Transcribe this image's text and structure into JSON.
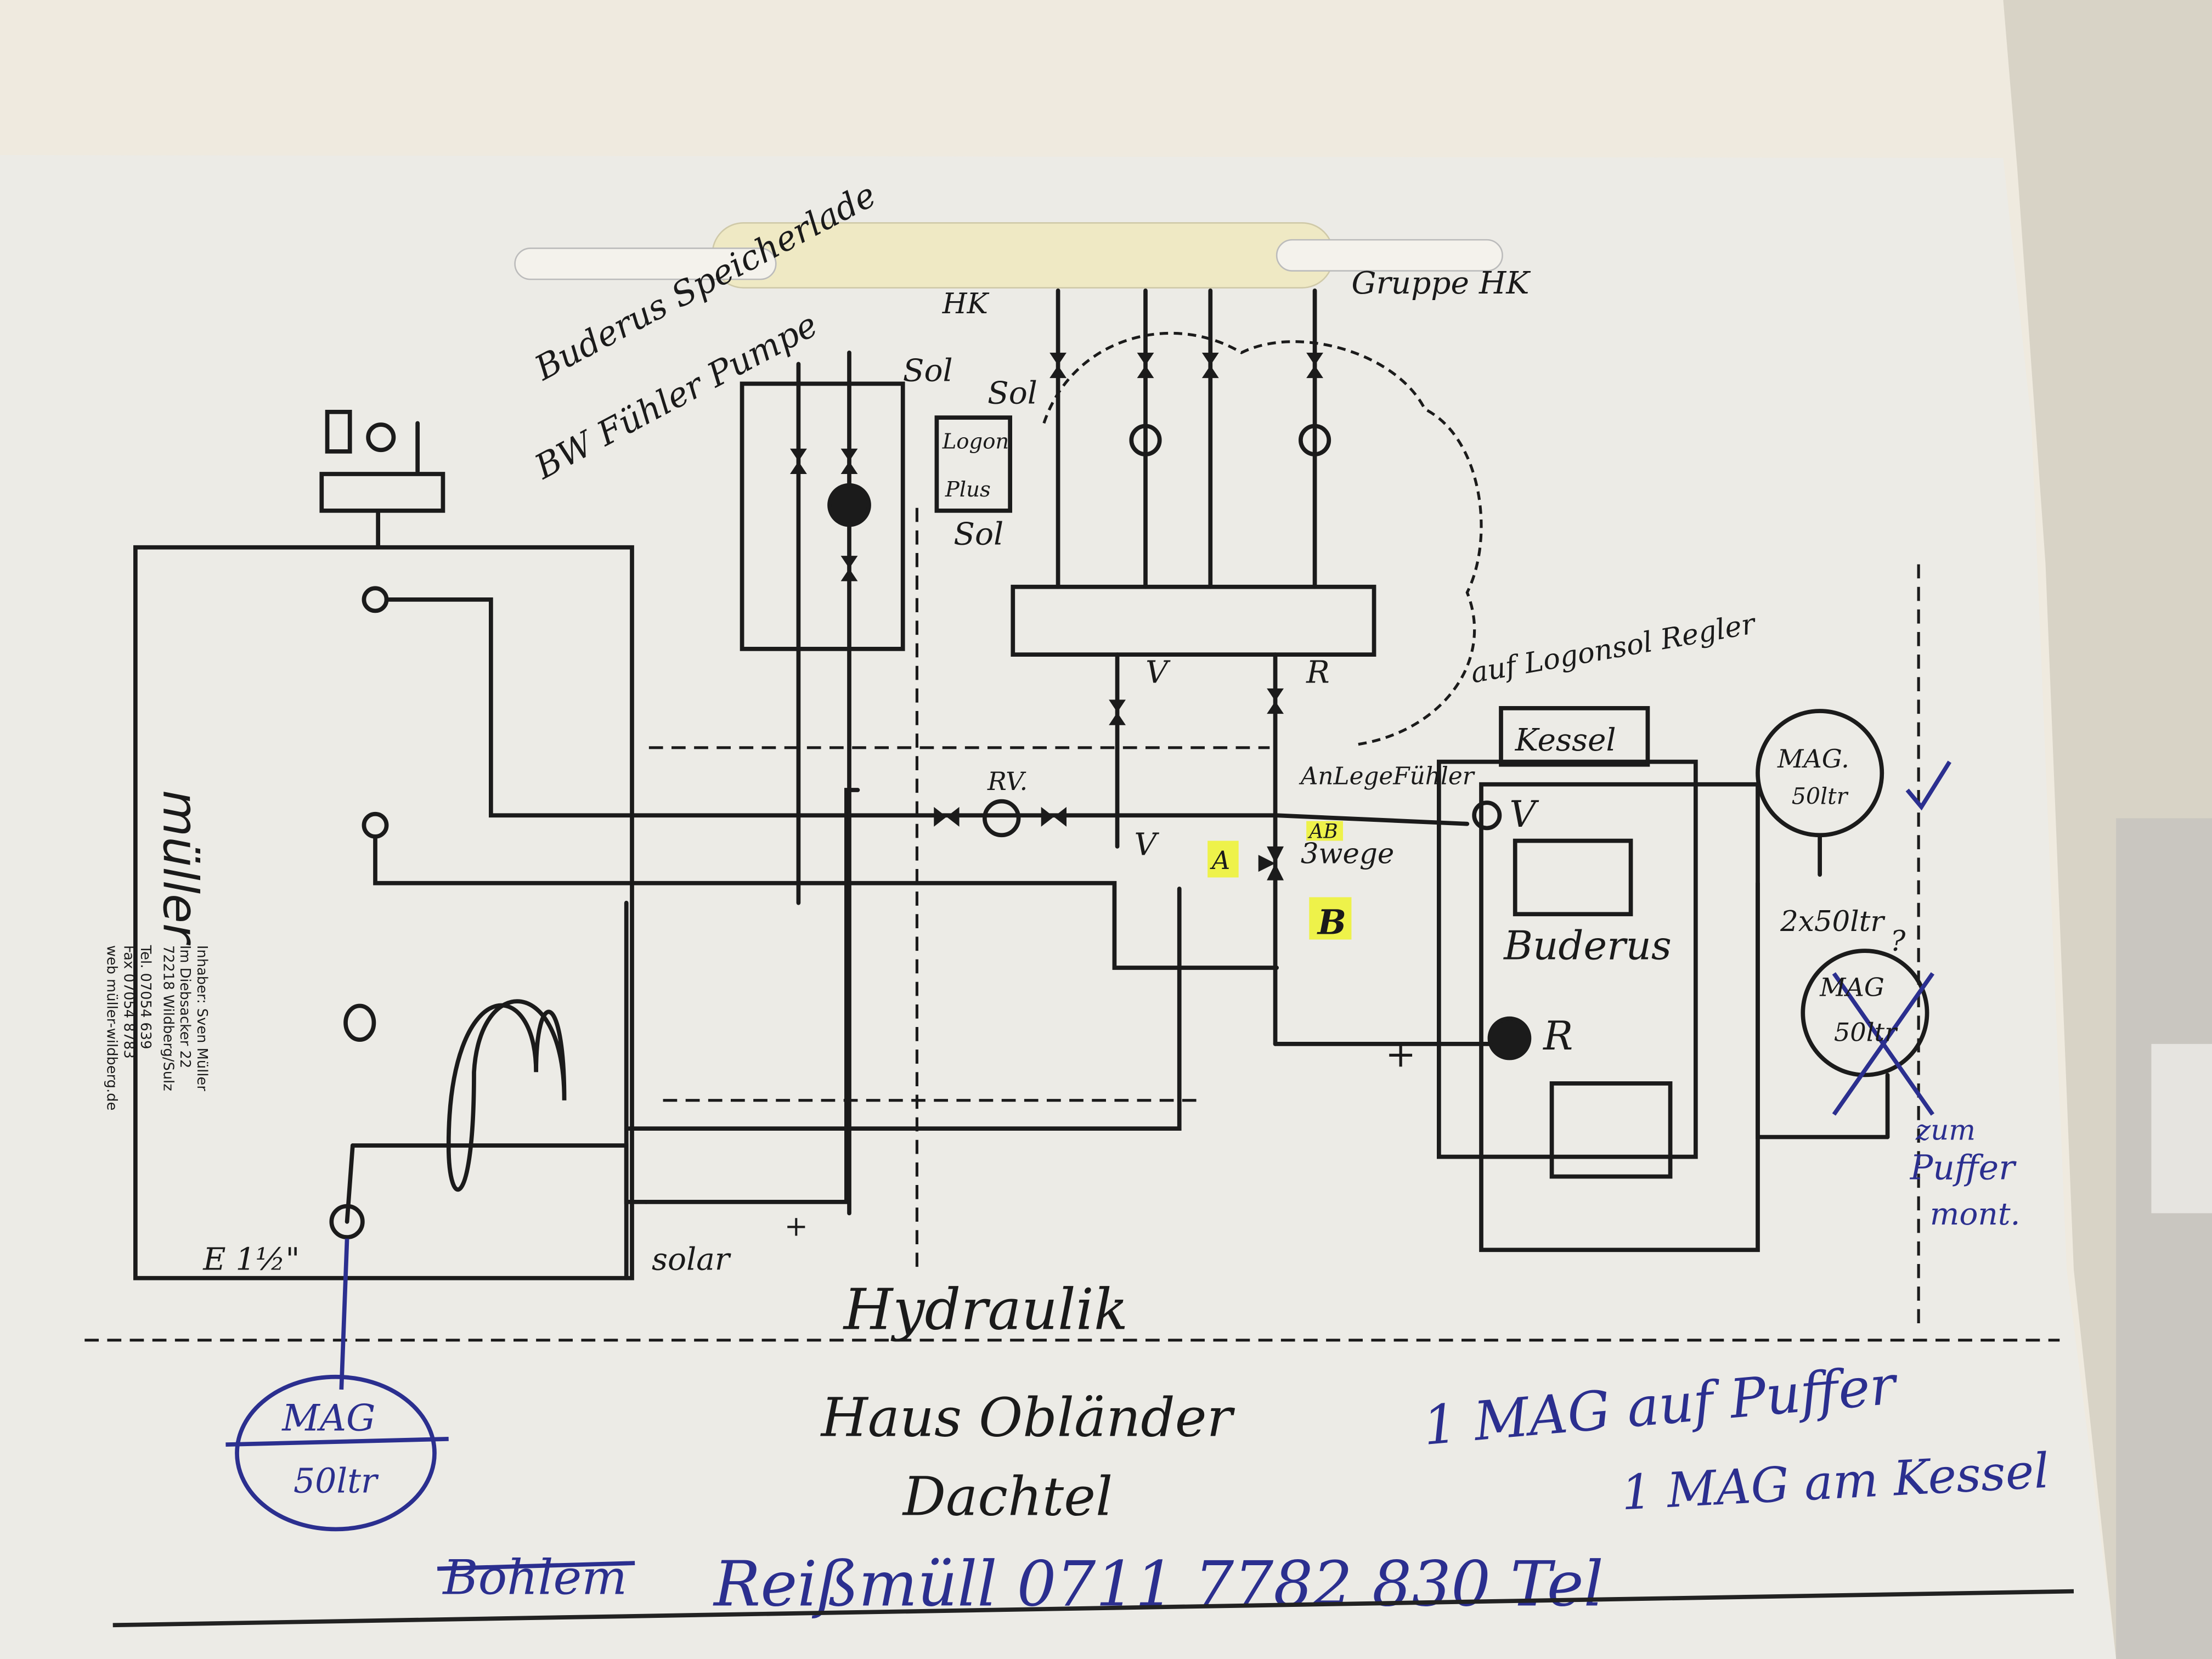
{
  "labels": {
    "buderus_speicherlade": "Buderus Speicherlade",
    "bw_fuehler_pumpe": "BW Fühler Pumpe",
    "sol_top": "Sol",
    "sol_mid": "Sol",
    "sol_bottom": "Sol",
    "hk_top": "HK",
    "gruppe_hk": "Gruppe HK",
    "logon": "Logon",
    "plus": "Plus",
    "v_upper": "V",
    "r_upper": "R",
    "auf_logonsol_regler": "auf Logonsol Regler",
    "kessel": "Kessel",
    "anlegefuehler": "AnLegeFühler",
    "rv": "RV.",
    "v_mid": "V",
    "v_boiler": "V",
    "a_port": "A",
    "b_port": "B",
    "ab_port": "AB",
    "dreiwege": "3wege",
    "buderus_boiler": "Buderus",
    "r_boiler": "R",
    "plus_boiler": "+",
    "mag_right_top": "MAG.",
    "mag_right_size": "50ltr",
    "two_x_50": "2x50ltr",
    "question": "?",
    "mag_crossed_top": "MAG",
    "mag_crossed_size": "50ltr",
    "zum_puffer": "zum",
    "puffer_word": "Puffer",
    "montiert": "mont.",
    "e_label": "E 1½\"",
    "solar": "solar",
    "solar_plus": "+",
    "mag_left_top": "MAG",
    "mag_left_size": "50ltr",
    "title_line1": "Hydraulik",
    "title_line2": "Haus Obländer",
    "title_line3": "Dachtel",
    "note_puffer": "1 MAG auf Puffer",
    "note_kessel": "1 MAG am Kessel",
    "crossed_name": "Bohlem",
    "contact": "Reißmüll 0711 7782 830 Tel"
  },
  "company_stamp": {
    "name": "müller",
    "owner": "Inhaber: Sven Müller",
    "street": "Im Diebsacker 22",
    "city": "72218 Wildberg/Sulz",
    "phone": "Tel. 07054 639",
    "fax": "Fax 07054 8783",
    "web": "web müller-wildberg.de"
  },
  "colors": {
    "paper": "#ecebe6",
    "ink": "#1a1a1a",
    "blue_ink": "#2b2f8f",
    "highlight": "#eef24a",
    "background": "#dcd6c8"
  }
}
